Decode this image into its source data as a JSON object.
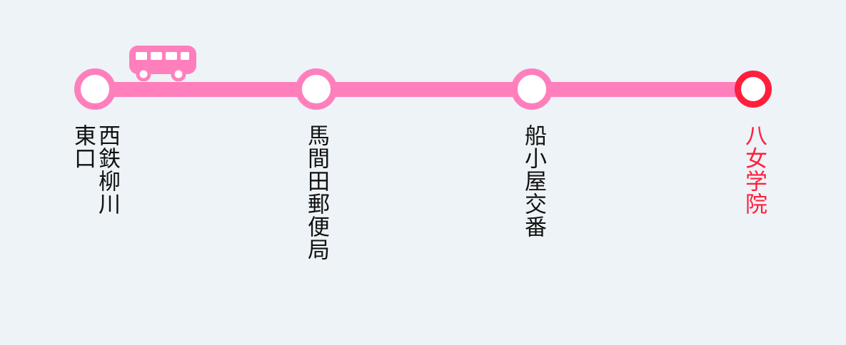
{
  "colors": {
    "background": "#edf3f6",
    "line": "#ff7fbd",
    "current": "#ff1f3d",
    "text": "#111111"
  },
  "route": {
    "vehicle_icon": "bus-icon",
    "stops": [
      {
        "label": "西鉄柳川\n東口",
        "current": false
      },
      {
        "label": "馬間田郵便局",
        "current": false
      },
      {
        "label": "船小屋交番",
        "current": false
      },
      {
        "label": "八女学院",
        "current": true
      }
    ]
  }
}
